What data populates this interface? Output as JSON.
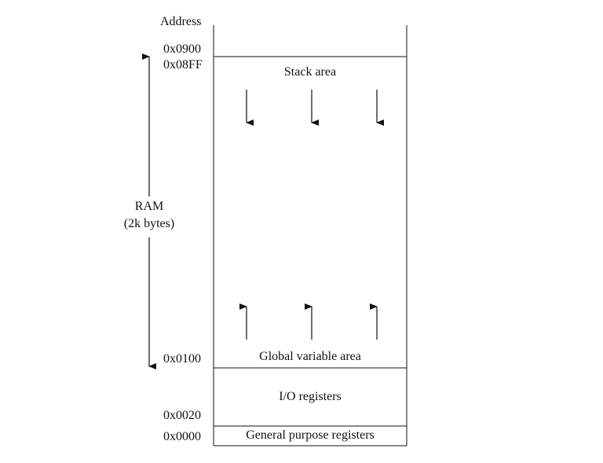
{
  "column_header": "Address",
  "addresses": [
    "0x0900",
    "0x08FF",
    "0x0100",
    "0x0020",
    "0x0000"
  ],
  "regions": {
    "stack": "Stack area",
    "globals": "Global variable area",
    "io": "I/O registers",
    "gpr": "General purpose registers"
  },
  "ram": {
    "label": "RAM",
    "size": "(2k bytes)"
  }
}
